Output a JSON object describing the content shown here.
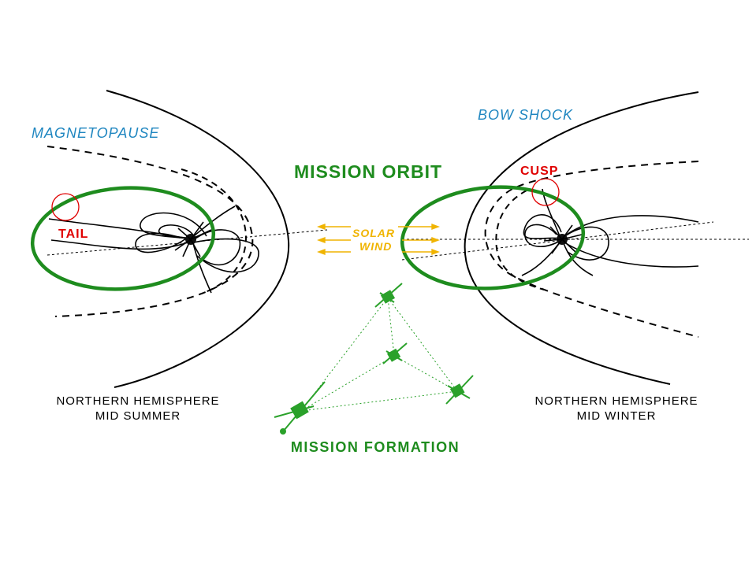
{
  "labels": {
    "magnetopause": "MAGNETOPAUSE",
    "bow_shock": "BOW SHOCK",
    "mission_orbit": "MISSION ORBIT",
    "tail": "TAIL",
    "cusp": "CUSP",
    "solar": "SOLAR",
    "wind": "WIND",
    "left_caption_line1": "NORTHERN HEMISPHERE",
    "left_caption_line2": "MID SUMMER",
    "right_caption_line1": "NORTHERN HEMISPHERE",
    "right_caption_line2": "MID WINTER",
    "mission_formation": "MISSION FORMATION"
  },
  "colors": {
    "orbit_green": "#1e8c1e",
    "formation_green": "#2aa12a",
    "label_blue": "#1f86c0",
    "label_red": "#e00000",
    "solar_wind": "#f0b400",
    "line": "#000000"
  }
}
